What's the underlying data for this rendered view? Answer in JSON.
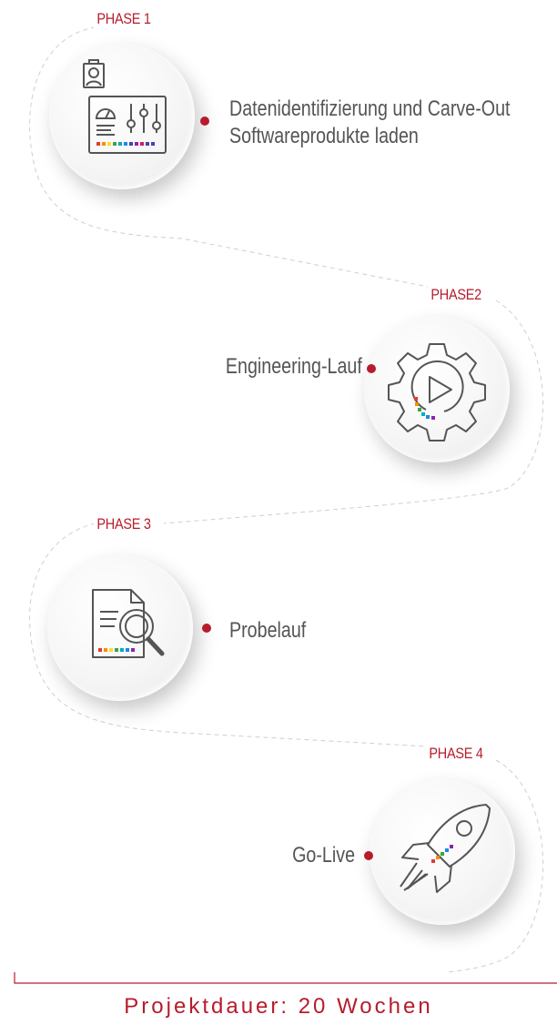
{
  "phases": [
    {
      "label": "PHASE 1",
      "title_line1": "Datenidentifizierung und Carve-Out",
      "title_line2": "Softwareprodukte laden",
      "icon": "dashboard-controls-icon"
    },
    {
      "label": "PHASE2",
      "title": "Engineering-Lauf",
      "icon": "gear-play-icon"
    },
    {
      "label": "PHASE 3",
      "title": "Probelauf",
      "icon": "document-search-icon"
    },
    {
      "label": "PHASE 4",
      "title": "Go-Live",
      "icon": "rocket-icon"
    }
  ],
  "footer": {
    "duration": "Projektdauer: 20 Wochen"
  },
  "colors": {
    "accent": "#b71c2b",
    "text": "#555555",
    "path": "#cfcfcf"
  }
}
